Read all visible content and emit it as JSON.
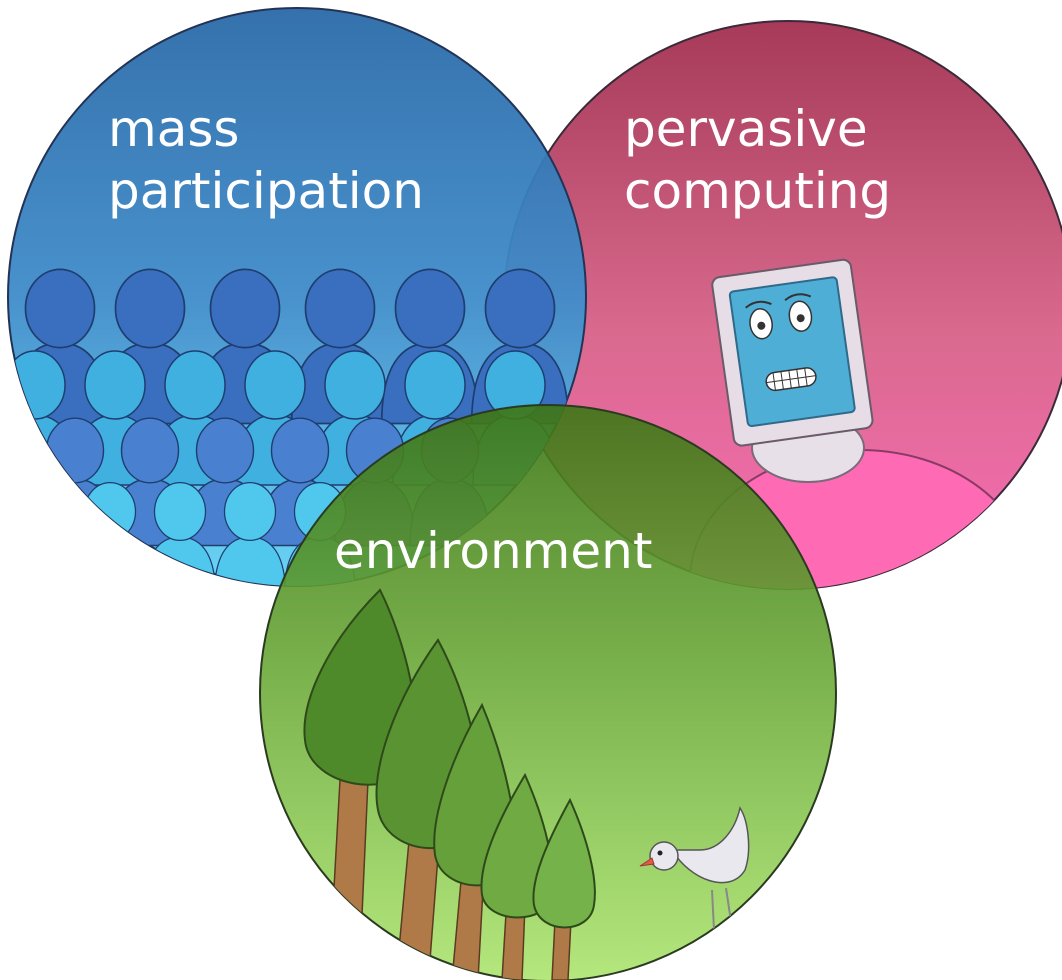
{
  "circles": [
    {
      "id": "mass-participation",
      "lines": [
        "mass",
        "participation"
      ],
      "gradient_top": "#2a6fb0",
      "gradient_bottom": "#5fd0f0"
    },
    {
      "id": "pervasive-computing",
      "lines": [
        "pervasive",
        "computing"
      ],
      "gradient_top": "#b5435e",
      "gradient_bottom": "#f46ab0"
    },
    {
      "id": "environment",
      "lines": [
        "environment"
      ],
      "gradient_top": "#3f7a1a",
      "gradient_bottom": "#a8e070"
    }
  ],
  "outline_color": "#2a2a3a",
  "illustrations": {
    "mass-participation": "crowd-of-people-silhouettes",
    "pervasive-computing": "tablet-device-character",
    "environment": "trees-and-bird"
  }
}
